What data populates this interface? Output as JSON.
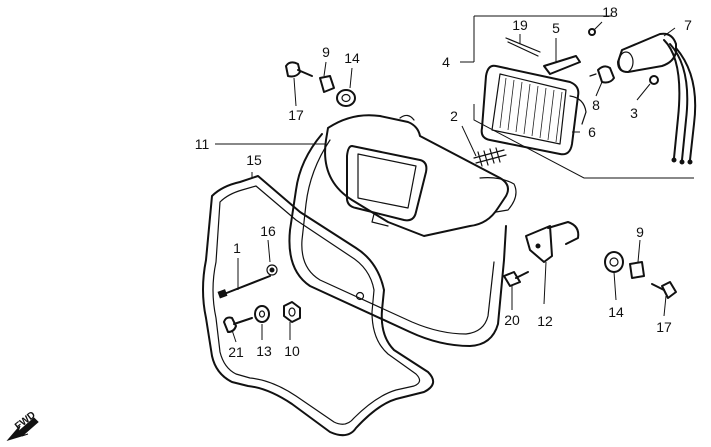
{
  "diagram": {
    "callouts": [
      {
        "id": "c1",
        "text": "1"
      },
      {
        "id": "c2",
        "text": "2"
      },
      {
        "id": "c3",
        "text": "3"
      },
      {
        "id": "c4",
        "text": "4"
      },
      {
        "id": "c5",
        "text": "5"
      },
      {
        "id": "c6",
        "text": "6"
      },
      {
        "id": "c7",
        "text": "7"
      },
      {
        "id": "c8",
        "text": "8"
      },
      {
        "id": "c9a",
        "text": "9"
      },
      {
        "id": "c9b",
        "text": "9"
      },
      {
        "id": "c10",
        "text": "10"
      },
      {
        "id": "c11",
        "text": "11"
      },
      {
        "id": "c12",
        "text": "12"
      },
      {
        "id": "c13",
        "text": "13"
      },
      {
        "id": "c14a",
        "text": "14"
      },
      {
        "id": "c14b",
        "text": "14"
      },
      {
        "id": "c15",
        "text": "15"
      },
      {
        "id": "c16",
        "text": "16"
      },
      {
        "id": "c17a",
        "text": "17"
      },
      {
        "id": "c17b",
        "text": "17"
      },
      {
        "id": "c18",
        "text": "18"
      },
      {
        "id": "c19",
        "text": "19"
      },
      {
        "id": "c20",
        "text": "20"
      },
      {
        "id": "c21",
        "text": "21"
      }
    ],
    "fwd_marker": "FWD"
  }
}
